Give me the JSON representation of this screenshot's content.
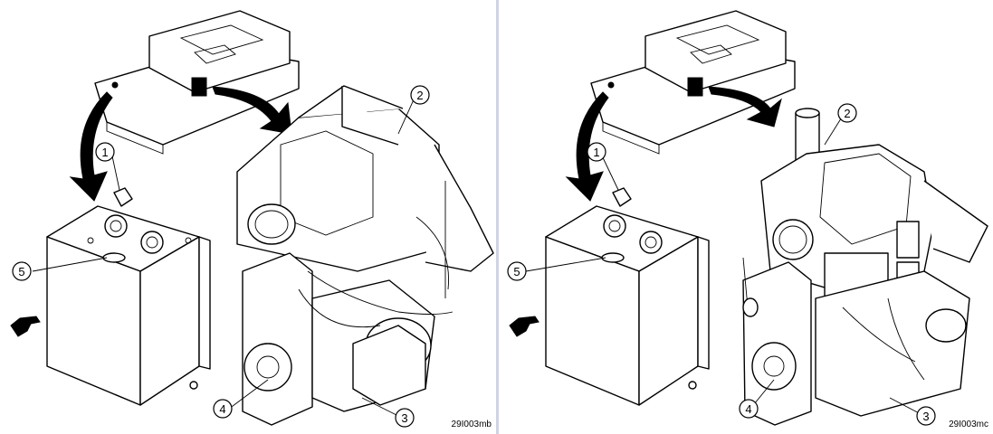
{
  "panels": [
    {
      "figure_id": "29I003mb",
      "callouts": [
        "1",
        "2",
        "3",
        "4",
        "5"
      ]
    },
    {
      "figure_id": "29I003mc",
      "callouts": [
        "1",
        "2",
        "3",
        "4",
        "5"
      ]
    }
  ],
  "icons": [
    "pointing-hand-icon",
    "curved-arrow-icon"
  ]
}
